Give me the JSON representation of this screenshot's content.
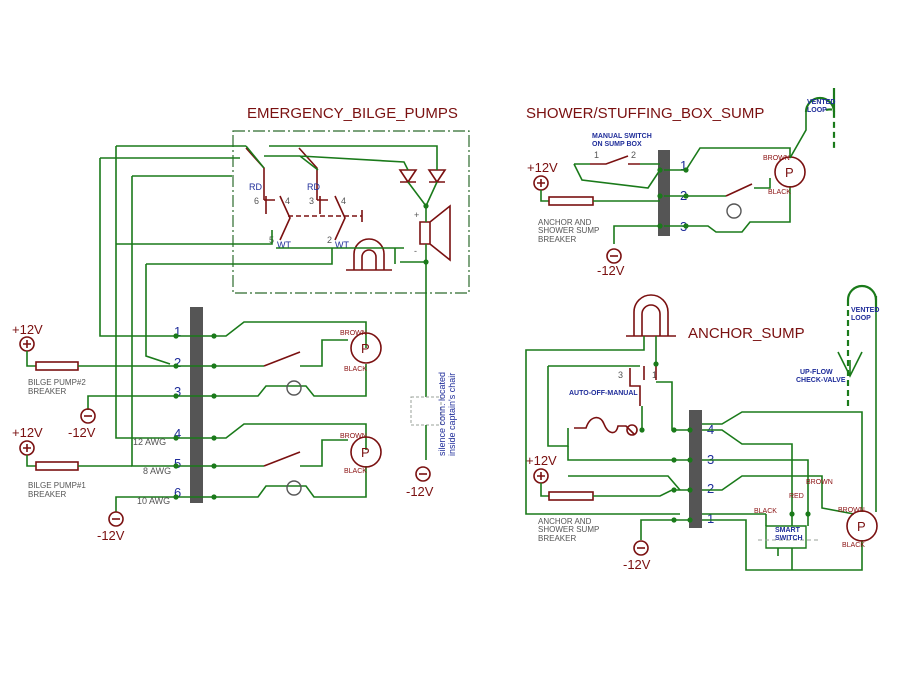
{
  "titles": {
    "emergency": "EMERGENCY_BILGE_PUMPS",
    "shower": "SHOWER/STUFFING_BOX_SUMP",
    "anchor": "ANCHOR_SUMP"
  },
  "supply": {
    "plus": "+12V",
    "minus": "-12V"
  },
  "bilge": {
    "terminals": [
      "1",
      "2",
      "3",
      "4",
      "5",
      "6"
    ],
    "breaker2": [
      "BILGE PUMP#2",
      "BREAKER"
    ],
    "breaker1": [
      "BILGE PUMP#1",
      "BREAKER"
    ],
    "awg12": "12 AWG",
    "awg8": "8 AWG",
    "awg10": "10 AWG",
    "brown": "BROWN",
    "black": "BLACK",
    "pump": "P"
  },
  "emergency_panel": {
    "rd": "RD",
    "wt": "WT",
    "pin6": "6",
    "pin4": "4",
    "pin5": "5",
    "pin3": "3",
    "pin2": "2",
    "plus_sign": "+",
    "minus_sign": "-",
    "silence": [
      "silence conn. located",
      "inside captain's chair"
    ]
  },
  "shower": {
    "manual_switch": [
      "MANUAL SWITCH",
      "ON SUMP BOX"
    ],
    "sw1": "1",
    "sw2": "2",
    "terminals": [
      "1",
      "2",
      "3"
    ],
    "breaker": [
      "ANCHOR AND",
      "SHOWER SUMP",
      "BREAKER"
    ],
    "vented_loop": [
      "VENTED",
      "LOOP"
    ],
    "brown": "BROWN",
    "black": "BLACK",
    "pump": "P"
  },
  "anchor": {
    "auto_off_manual": "AUTO-OFF-MANUAL",
    "pin3": "3",
    "pin1": "1",
    "terminals": [
      "4",
      "3",
      "2",
      "1"
    ],
    "breaker": [
      "ANCHOR AND",
      "SHOWER SUMP",
      "BREAKER"
    ],
    "upflow": [
      "UP-FLOW",
      "CHECK-VALVE"
    ],
    "vented_loop": [
      "VENTED",
      "LOOP"
    ],
    "smart_switch": [
      "SMART",
      "SWITCH"
    ],
    "brown": "BROWN",
    "red": "RED",
    "black": "BLACK",
    "pump": "P"
  }
}
